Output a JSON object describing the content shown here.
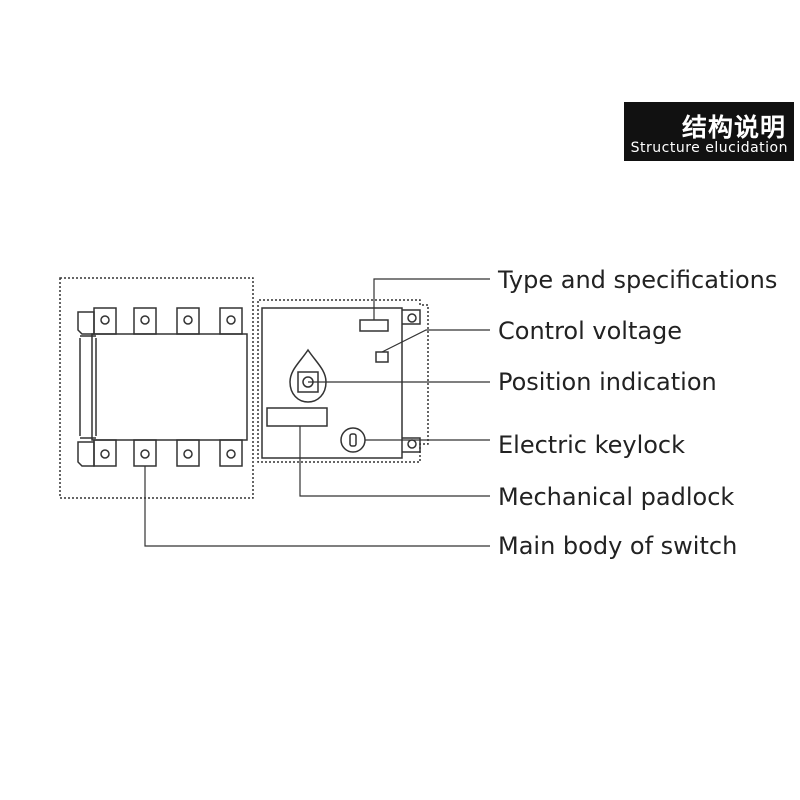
{
  "header": {
    "title_cn": "结构说明",
    "title_en": "Structure elucidation"
  },
  "callouts": [
    {
      "id": "type-spec",
      "label": "Type and specifications"
    },
    {
      "id": "control-voltage",
      "label": "Control voltage"
    },
    {
      "id": "position-indication",
      "label": "Position indication"
    },
    {
      "id": "electric-keylock",
      "label": "Electric keylock"
    },
    {
      "id": "mechanical-padlock",
      "label": "Mechanical padlock"
    },
    {
      "id": "main-body",
      "label": "Main body of switch"
    }
  ],
  "colors": {
    "line": "#333333",
    "title_bg": "#111111",
    "title_text": "#ffffff"
  }
}
